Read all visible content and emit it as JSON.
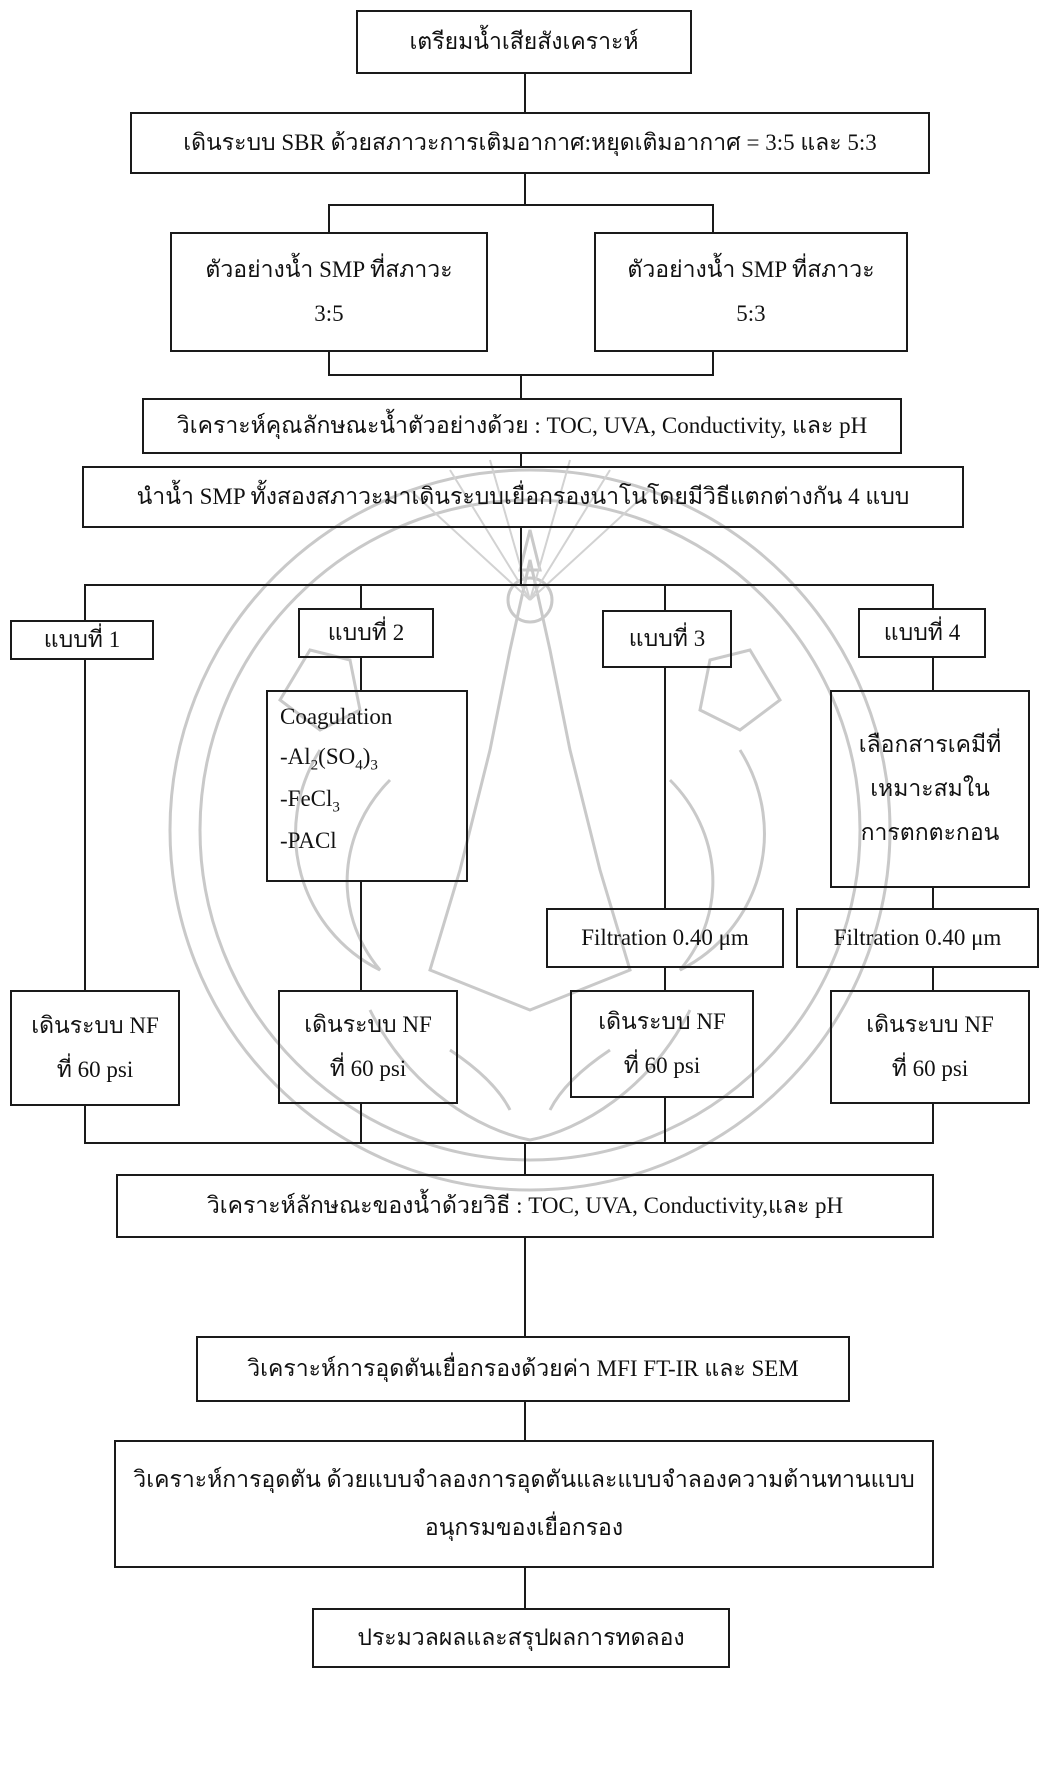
{
  "nodes": {
    "prepare": "เตรียมน้ำเสียสังเคราะห์",
    "sbr": "เดินระบบ SBR ด้วยสภาวะการเติมอากาศ:หยุดเติมอากาศ = 3:5 และ 5:3",
    "sample35_line1": "ตัวอย่างน้ำ SMP ที่สภาวะ",
    "sample35_line2": "3:5",
    "sample53_line1": "ตัวอย่างน้ำ SMP ที่สภาวะ",
    "sample53_line2": "5:3",
    "analyze1": "วิเคราะห์คุณลักษณะน้ำตัวอย่างด้วย : TOC, UVA, Conductivity, และ pH",
    "bring": "นำน้ำ SMP ทั้งสองสภาวะมาเดินระบบเยื่อกรองนาโนโดยมีวิธีแตกต่างกัน 4 แบบ",
    "type1": "แบบที่ 1",
    "type2": "แบบที่ 2",
    "type3": "แบบที่ 3",
    "type4": "แบบที่ 4",
    "coag_title": "Coagulation",
    "coag_al_a": "-Al",
    "coag_al_b": "2",
    "coag_al_c": "(SO",
    "coag_al_d": "4",
    "coag_al_e": ")",
    "coag_al_f": "3",
    "coag_fe_a": "-FeCl",
    "coag_fe_b": "3",
    "coag_pacl": "-PACl",
    "chem_line1": "เลือกสารเคมีที่",
    "chem_line2": "เหมาะสมใน",
    "chem_line3": "การตกตะกอน",
    "filt3": "Filtration 0.40 μm",
    "filt4": "Filtration 0.40 μm",
    "nf_line1": "เดินระบบ NF",
    "nf_line2": "ที่ 60 psi",
    "analyze2": "วิเคราะห์ลักษณะของน้ำด้วยวิธี :  TOC, UVA, Conductivity,และ pH",
    "mfi": "วิเคราะห์การอุดตันเยื่อกรองด้วยค่า MFI  FT-IR และ SEM",
    "model_line1": "วิเคราะห์การอุดตัน ด้วยแบบจำลองการอุดตันและแบบจำลองความต้านทานแบบ",
    "model_line2": "อนุกรมของเยื่อกรอง",
    "conclude": "ประมวลผลและสรุปผลการทดลอง"
  },
  "colors": {
    "line": "#1a1a1a",
    "watermark": "#c9c9c9"
  }
}
